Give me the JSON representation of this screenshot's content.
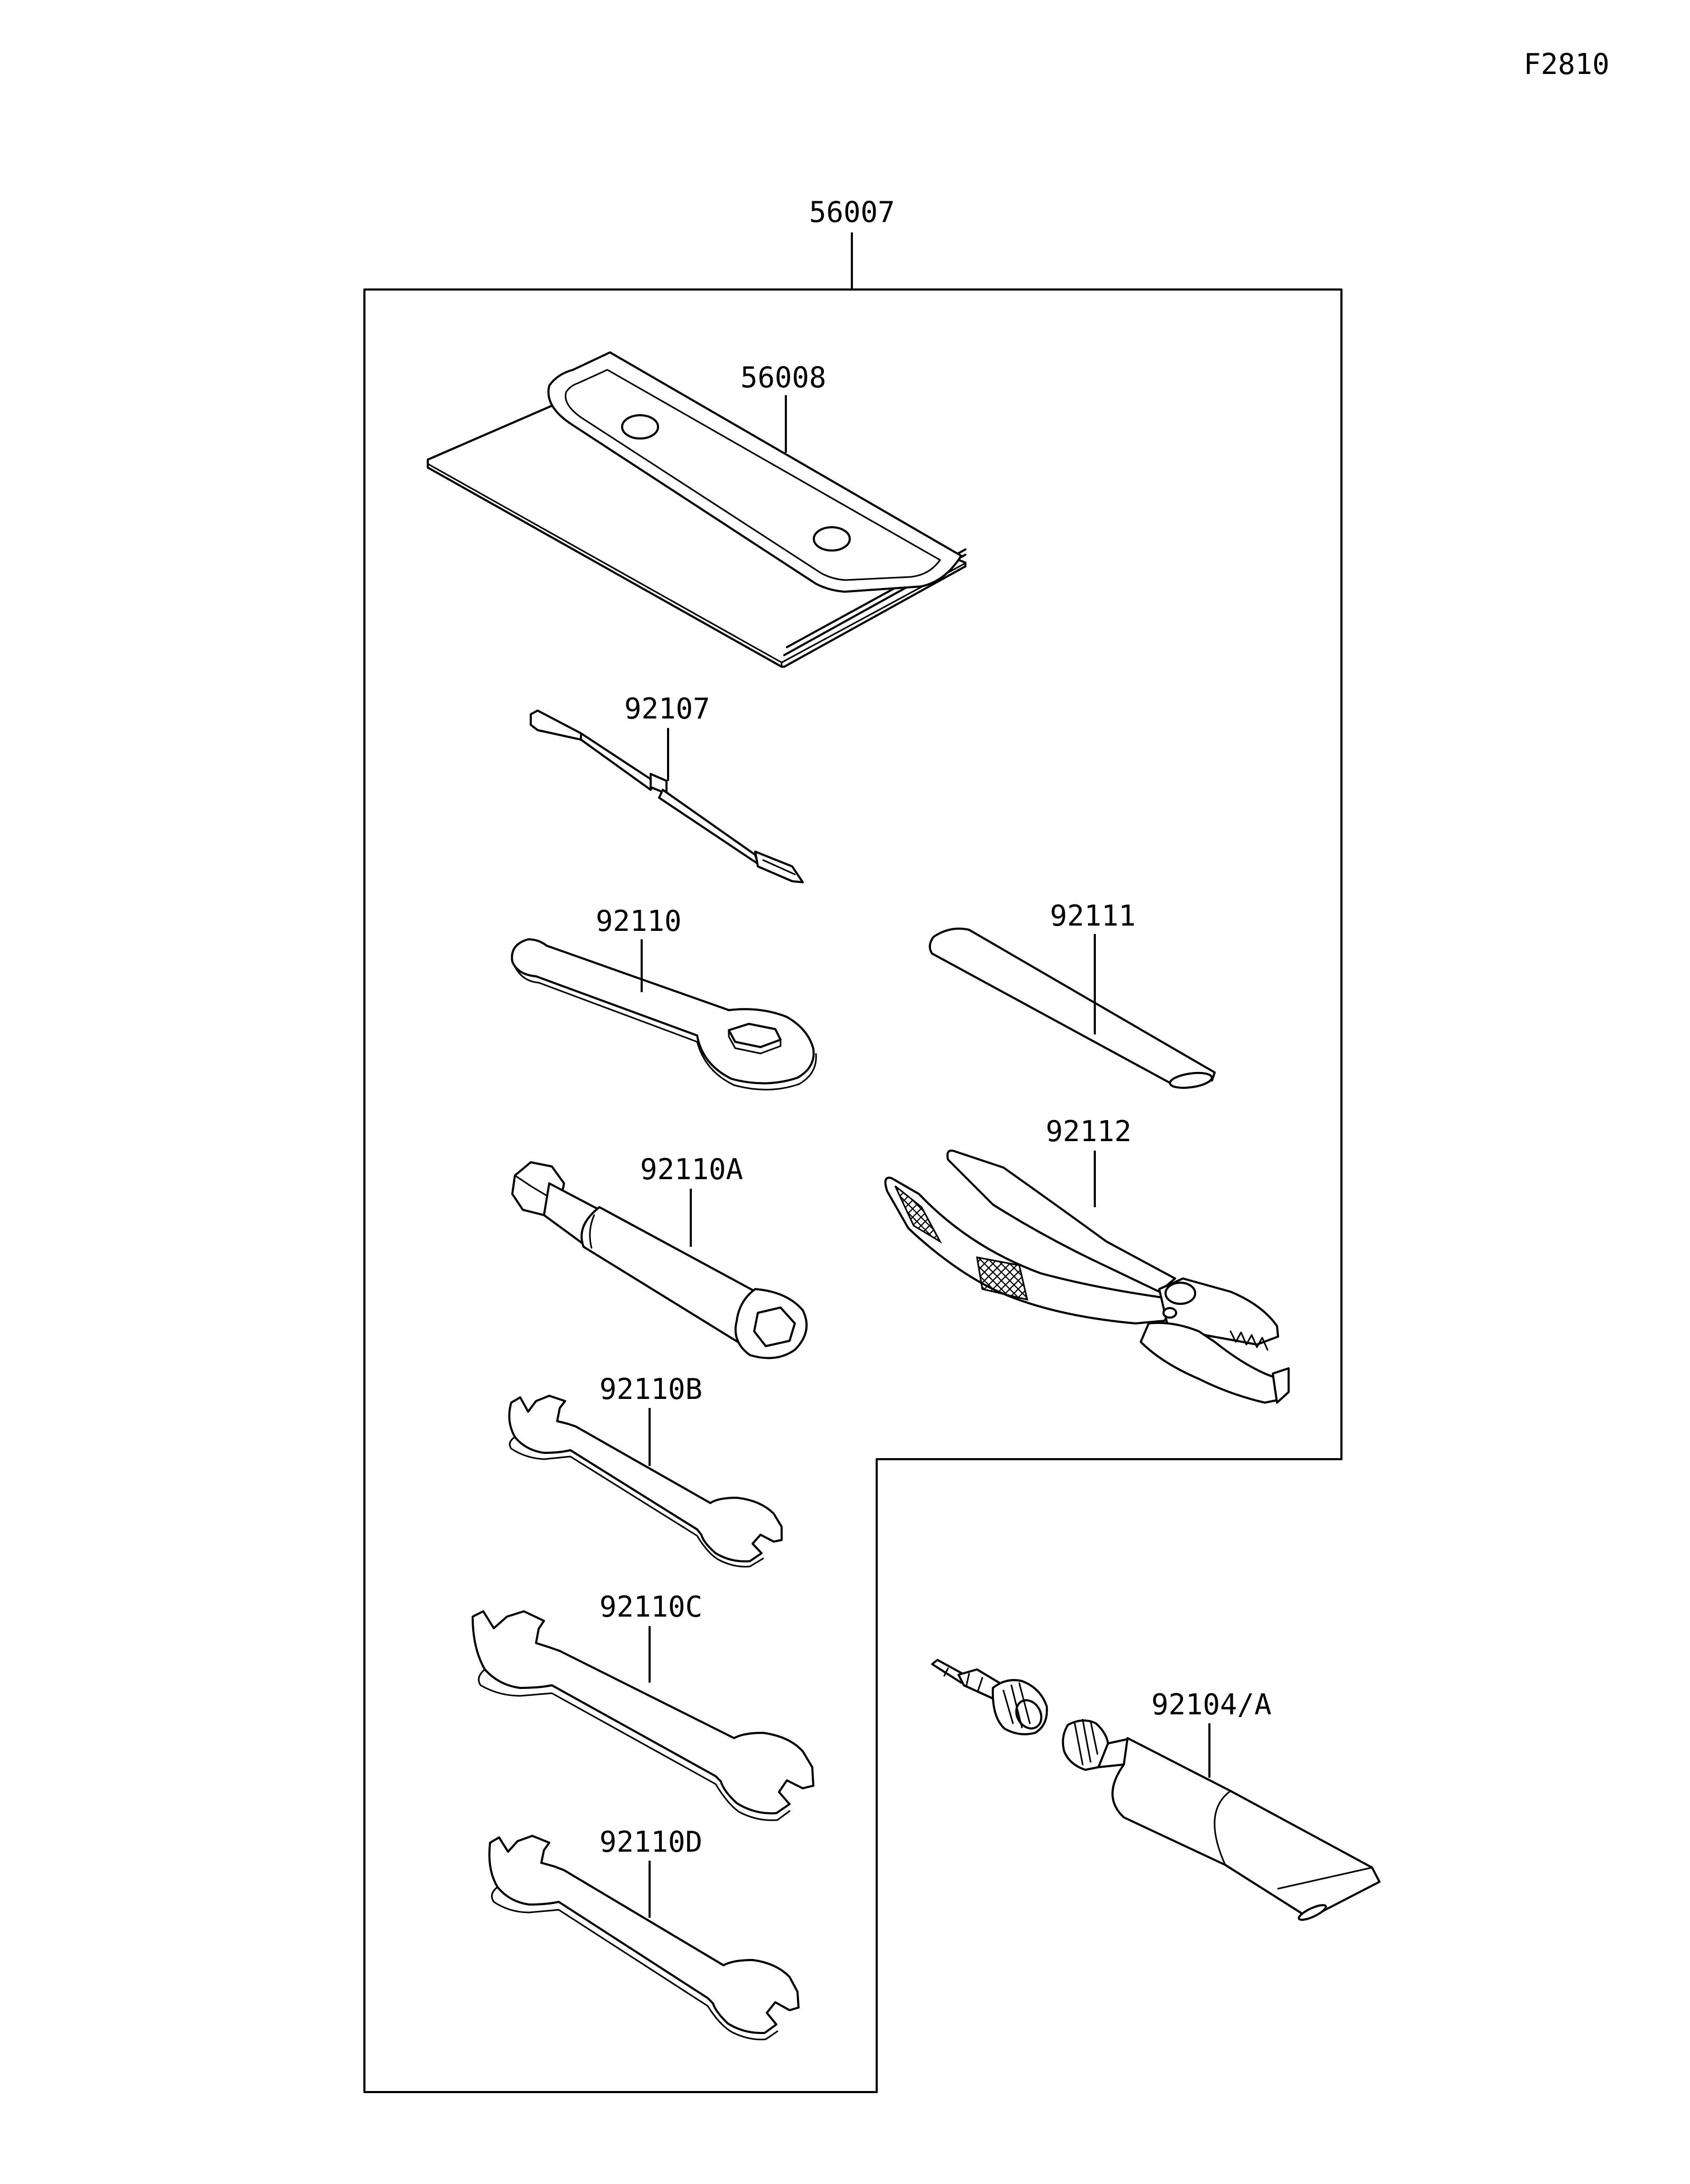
{
  "figure_code": "F2810",
  "parts": {
    "tool_kit": "56007",
    "case": "56008",
    "screwdriver": "92107",
    "box_wrench": "92110",
    "handle_bar": "92111",
    "plug_wrench": "92110A",
    "pliers": "92112",
    "wrench_b": "92110B",
    "wrench_c": "92110C",
    "wrench_d": "92110D",
    "grease_tube": "92104/A"
  }
}
